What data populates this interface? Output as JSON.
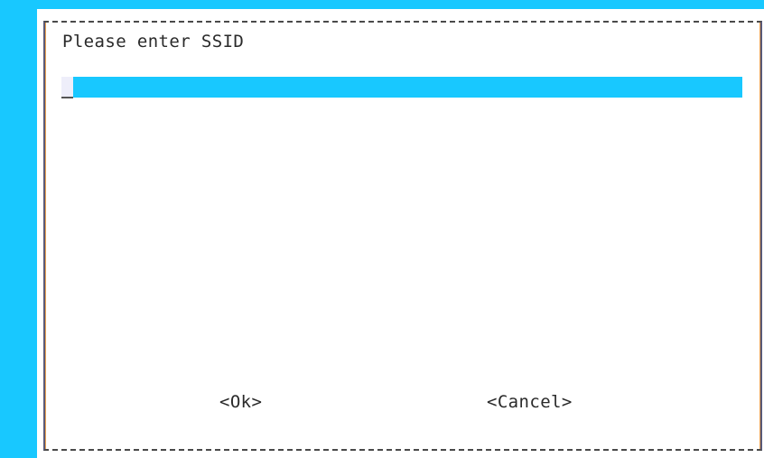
{
  "dialog": {
    "title": "Please enter SSID",
    "input": {
      "value": "",
      "placeholder": ""
    },
    "buttons": {
      "ok_label": "<Ok>",
      "cancel_label": "<Cancel>"
    }
  },
  "colors": {
    "background": "#18C8FF",
    "panel": "#FFFFFF",
    "input_fill": "#18C8FF",
    "border": "#4A4A4A",
    "text": "#2A2A2A"
  }
}
